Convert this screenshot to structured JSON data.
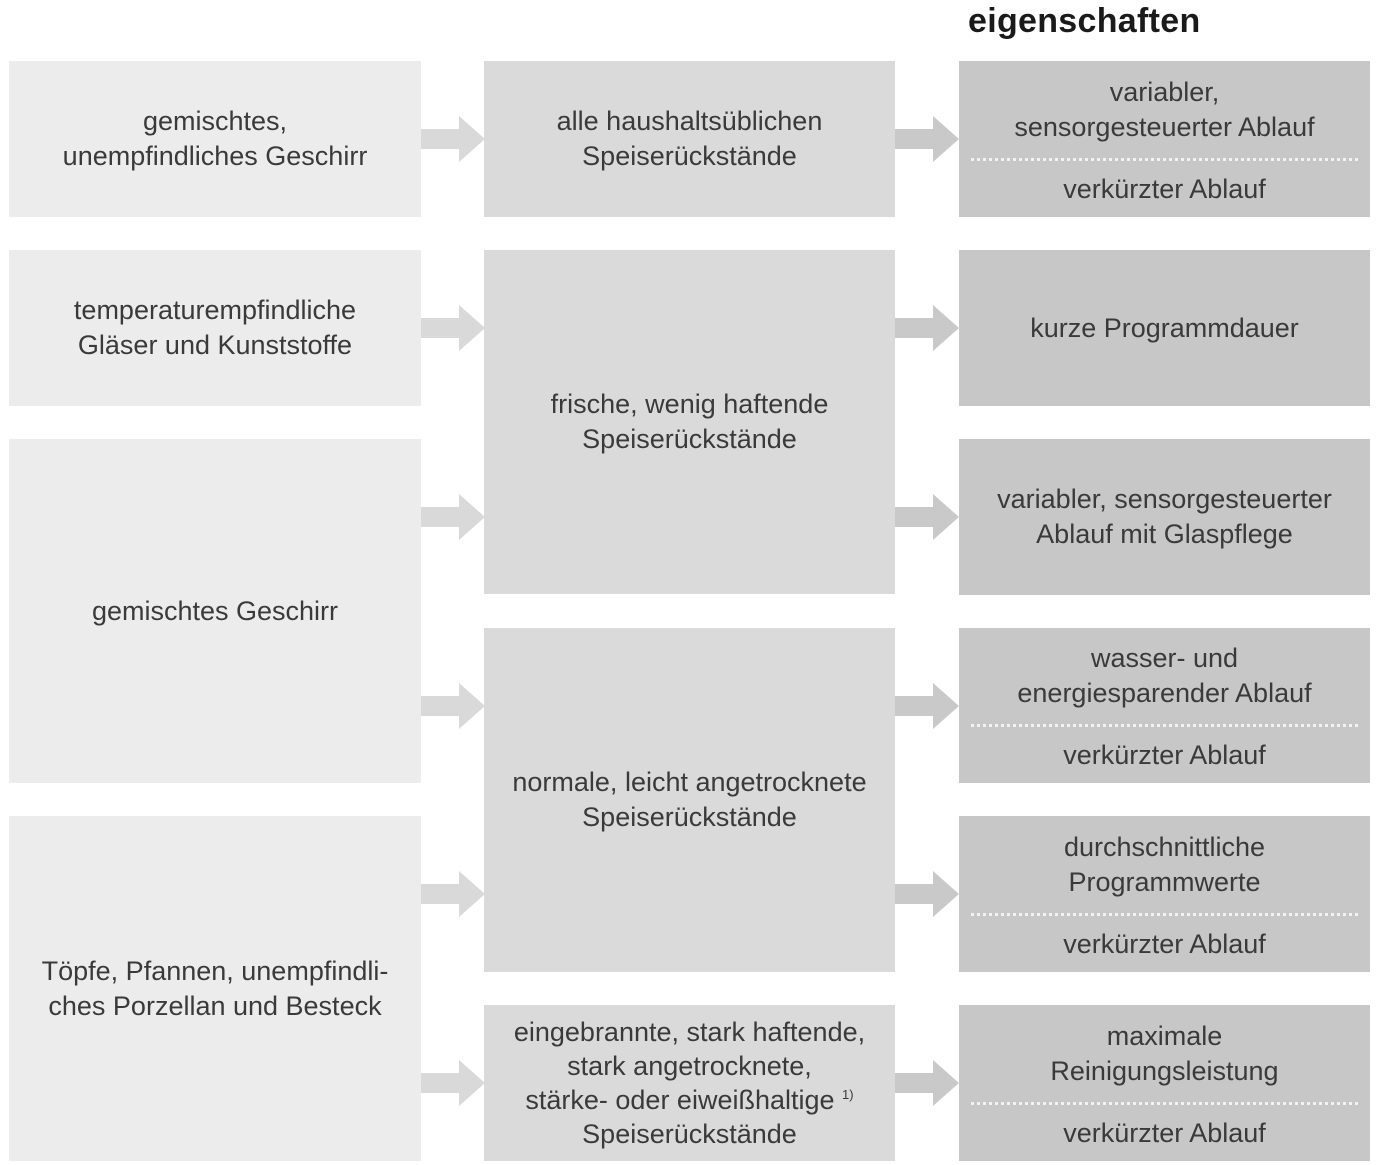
{
  "header": {
    "title": "eigenschaften"
  },
  "column1": [
    {
      "lines": [
        "gemischtes,",
        "unempfindliches Geschirr"
      ]
    },
    {
      "lines": [
        "temperaturempfindliche",
        "Gläser und Kunststoffe"
      ]
    },
    {
      "lines": [
        "gemischtes Geschirr"
      ]
    },
    {
      "lines": [
        "Töpfe, Pfannen, unempfindli-",
        "ches Porzellan und Besteck"
      ]
    }
  ],
  "column2": [
    {
      "lines": [
        "alle haushaltsüblichen",
        "Speiserückstände"
      ]
    },
    {
      "lines": [
        "frische, wenig haftende",
        "Speiserückstände"
      ]
    },
    {
      "lines": [
        "normale, leicht angetrocknete",
        "Speiserückstände"
      ]
    },
    {
      "lines": [
        "eingebrannte, stark haftende,",
        "stark angetrocknete,",
        "stärke- oder eiweißhaltige",
        "Speiserückstände"
      ],
      "footnote": "1)"
    }
  ],
  "column3": [
    {
      "top": [
        "variabler,",
        "sensorgesteuerter Ablauf"
      ],
      "bottom": "verkürzter Ablauf"
    },
    {
      "top": [
        "kurze Programmdauer"
      ]
    },
    {
      "top": [
        "variabler, sensorgesteuerter",
        "Ablauf mit Glaspflege"
      ]
    },
    {
      "top": [
        "wasser- und",
        "energiesparender Ablauf"
      ],
      "bottom": "verkürzter Ablauf"
    },
    {
      "top": [
        "durchschnittliche",
        "Programmwerte"
      ],
      "bottom": "verkürzter Ablauf"
    },
    {
      "top": [
        "maximale",
        "Reinigungsleistung"
      ],
      "bottom": "verkürzter Ablauf"
    }
  ],
  "colors": {
    "column1": "#ececec",
    "column2": "#dadada",
    "column3": "#c7c7c7",
    "arrow": "#d9d9d9"
  }
}
